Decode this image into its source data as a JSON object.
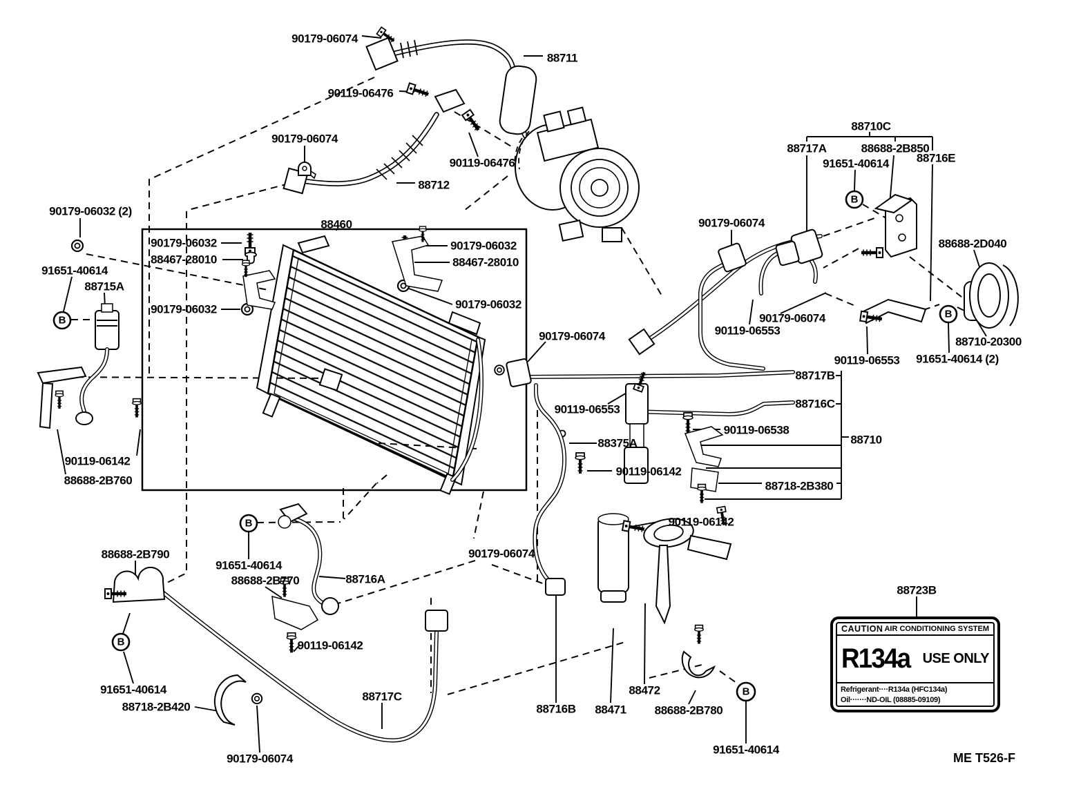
{
  "marker_b": "B",
  "labels": [
    "90179-06074",
    "88711",
    "90119-06476",
    "90179-06074",
    "88712",
    "90119-06476",
    "88710C",
    "88717A",
    "88688-2B850",
    "88716E",
    "91651-40614",
    "90179-06074",
    "88688-2D040",
    "90179-06032 (2)",
    "91651-40614",
    "88715A",
    "88460",
    "90179-06032",
    "88467-28010",
    "90179-06032",
    "90179-06032",
    "88467-28010",
    "90179-06032",
    "90179-06074",
    "90119-06553",
    "90179-06074",
    "90119-06553",
    "91651-40614 (2)",
    "88710-20300",
    "88717B",
    "88716C",
    "90119-06553",
    "88375A",
    "90119-06538",
    "88710",
    "90119-06142",
    "88718-2B380",
    "90119-06142",
    "90179-06074",
    "91651-40614",
    "88688-2B770",
    "88716A",
    "88688-2B790",
    "90119-06142",
    "91651-40614",
    "88718-2B420",
    "90179-06074",
    "88717C",
    "88716B",
    "88471",
    "88472",
    "88688-2B780",
    "91651-40614",
    "88723B",
    "90119-06142",
    "88688-2B760"
  ],
  "caution": {
    "header_left": "CAUTION",
    "header_right": "AIR CONDITIONING SYSTEM",
    "big_left": "R134a",
    "big_right": "USE ONLY",
    "line1": "Refrigerant····R134a (HFC134a)",
    "line2": "Oil·······ND-OIL (08885-09109)"
  },
  "doc_code": "ME T526-F"
}
